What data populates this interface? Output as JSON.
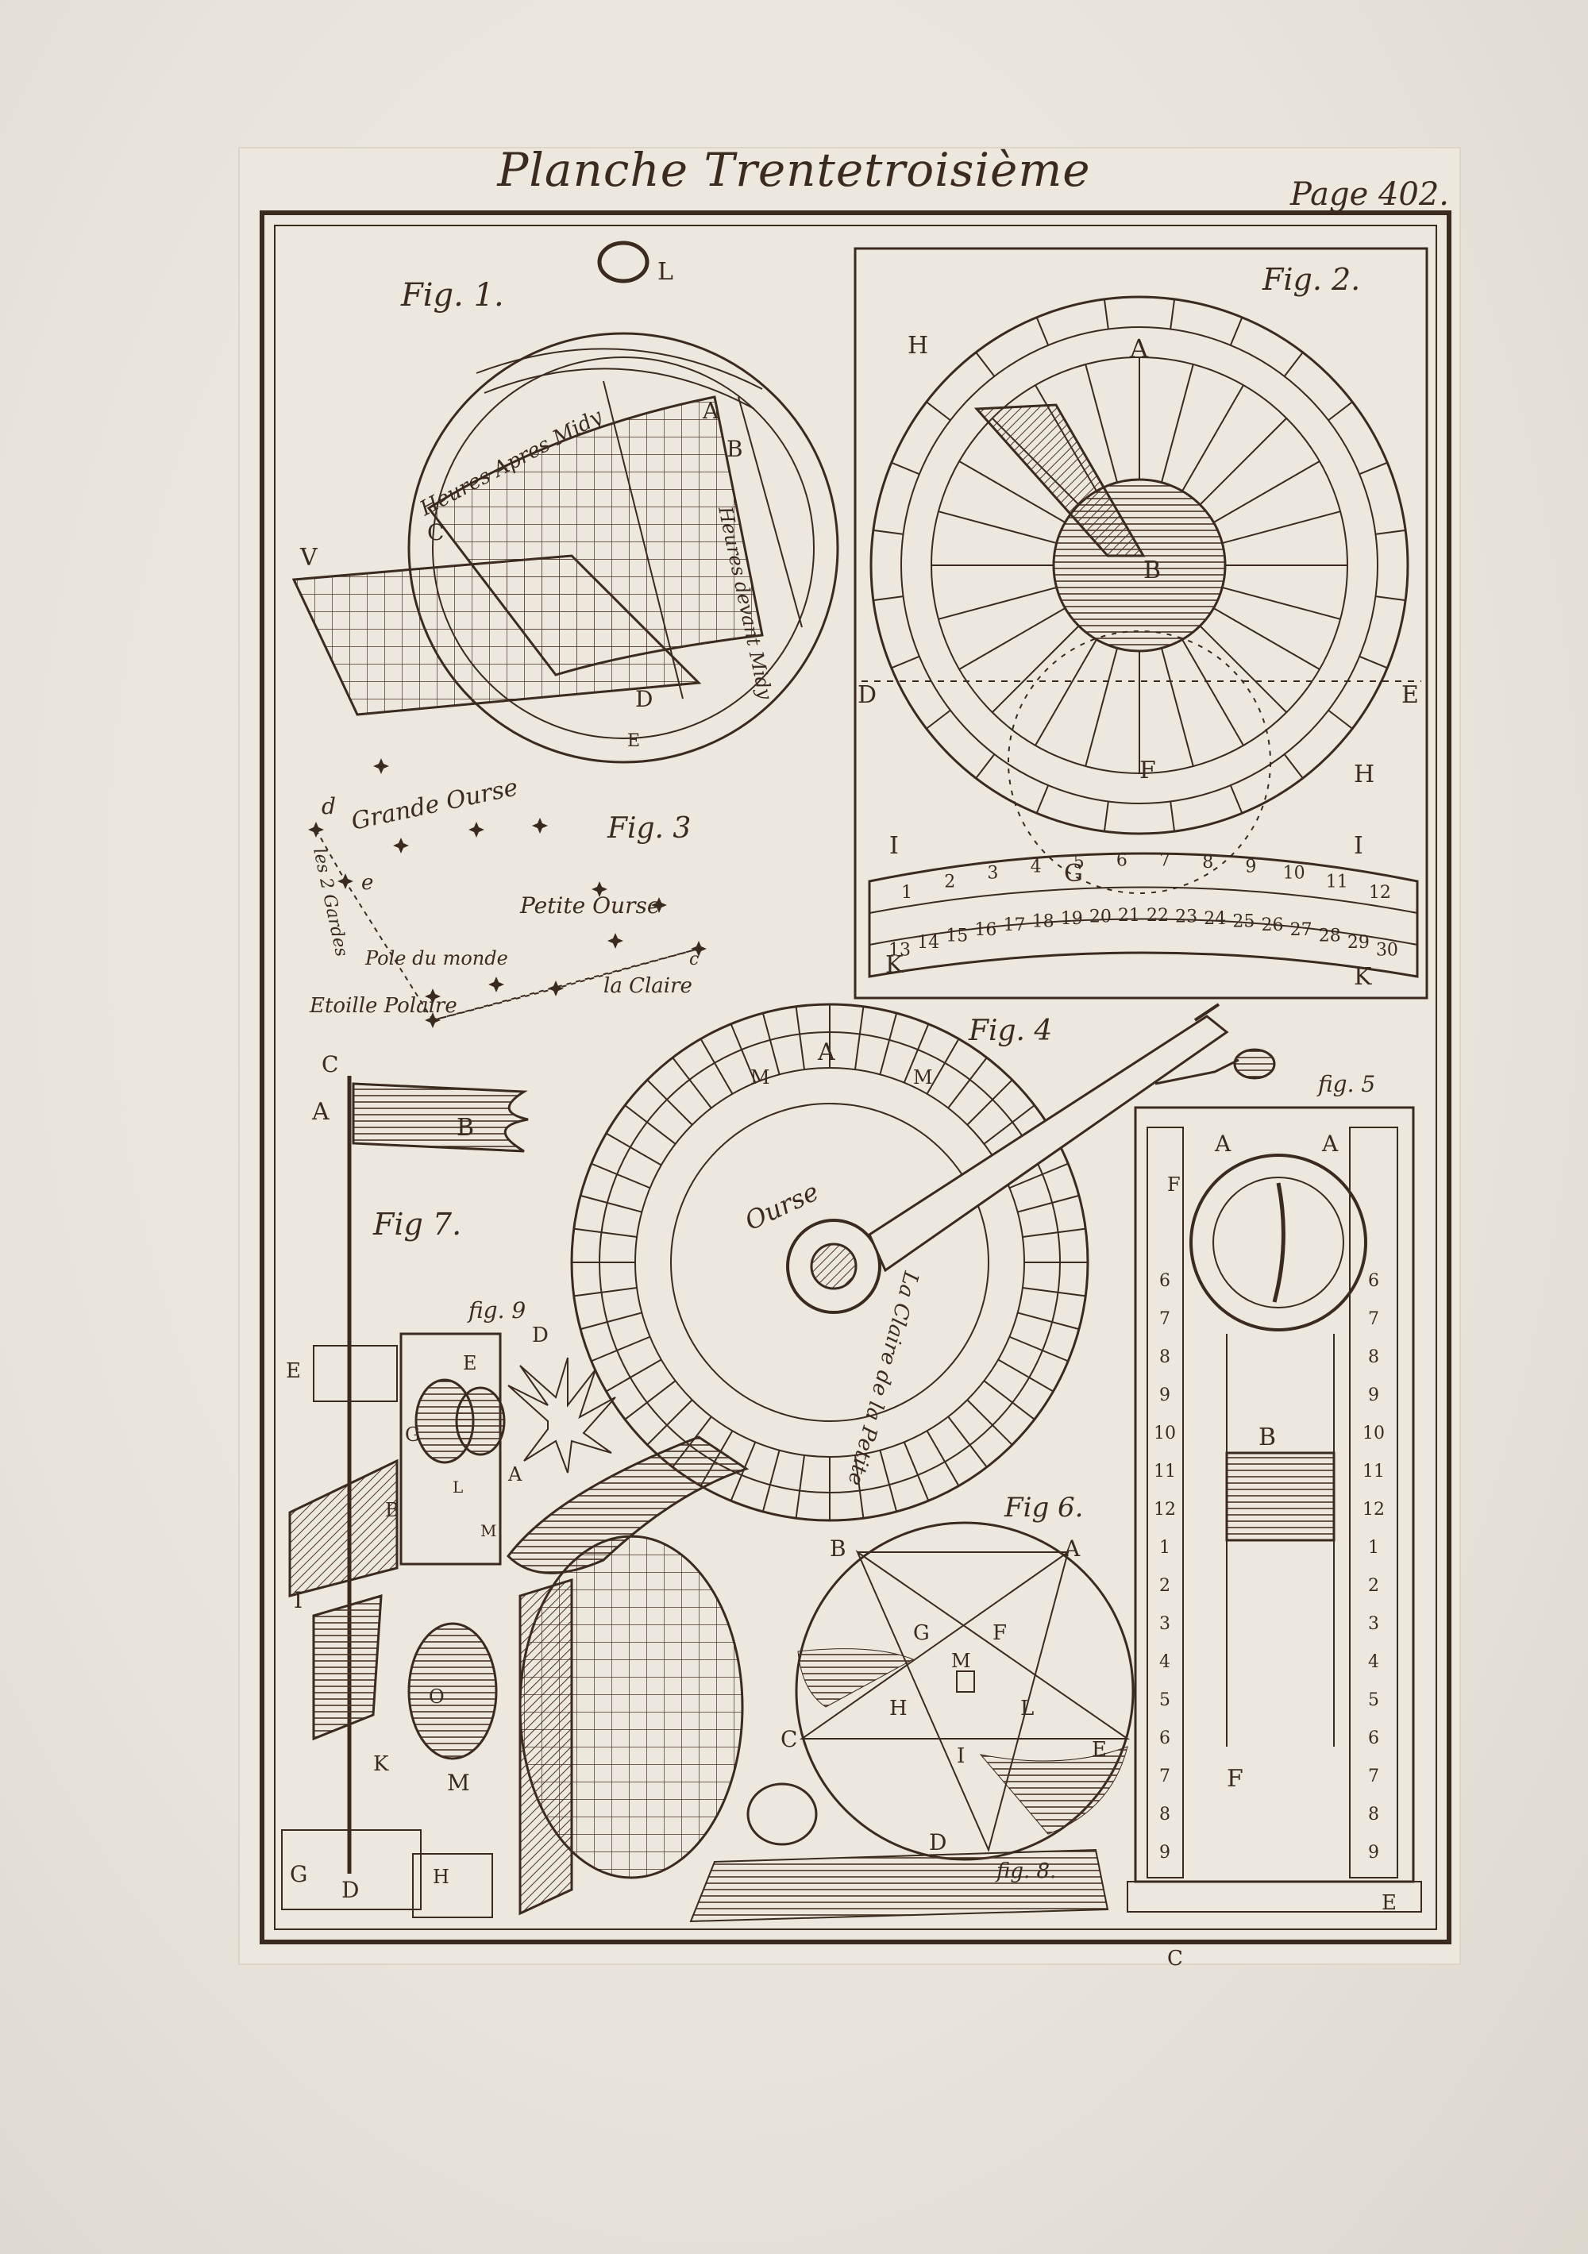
{
  "header": {
    "title": "Planche Trentetroisième",
    "page": "Page 402."
  },
  "figures": {
    "fig1": {
      "caption": "Fig. 1.",
      "labels": [
        "L",
        "A",
        "B",
        "C",
        "V",
        "D",
        "E"
      ],
      "text_left": "Heures Apres Midy",
      "text_right": "Heures devant Midy"
    },
    "fig2": {
      "caption": "Fig. 2.",
      "labels": [
        "A",
        "B",
        "D",
        "E",
        "F",
        "G",
        "H",
        "H",
        "I",
        "I",
        "K",
        "K"
      ],
      "scale_row1": [
        "1",
        "2",
        "3",
        "4",
        "5",
        "6",
        "7",
        "8",
        "9",
        "10",
        "11",
        "12"
      ],
      "scale_row2": [
        "13",
        "14",
        "15",
        "16",
        "17",
        "18",
        "19",
        "20",
        "21",
        "22",
        "23",
        "24",
        "25",
        "26",
        "27",
        "28",
        "29",
        "30"
      ]
    },
    "fig3": {
      "caption": "Fig. 3",
      "grande_ourse": "Grande Ourse",
      "petite_ourse": "Petite Ourse",
      "gardes": "les 2 Gardes",
      "pole": "Pole du monde",
      "etoile": "Etoille Polaire",
      "claire": "la Claire",
      "letters": [
        "d",
        "e",
        "c"
      ]
    },
    "fig4": {
      "caption": "Fig. 4",
      "center_text_1": "Ourse",
      "center_text_2": "La Claire de la Petite",
      "labels": [
        "A",
        "M",
        "M"
      ]
    },
    "fig5": {
      "caption": "fig. 5",
      "labels": [
        "A",
        "A",
        "F",
        "B",
        "F",
        "E",
        "C"
      ],
      "scale": [
        "6",
        "7",
        "8",
        "9",
        "10",
        "11",
        "12",
        "1",
        "2",
        "3",
        "4",
        "5",
        "6",
        "7",
        "8",
        "9"
      ]
    },
    "fig6": {
      "caption": "Fig 6.",
      "labels": [
        "A",
        "B",
        "C",
        "D",
        "E",
        "F",
        "G",
        "H",
        "I",
        "L",
        "M"
      ]
    },
    "fig7": {
      "caption": "Fig 7.",
      "labels": [
        "C",
        "A",
        "B",
        "E",
        "B",
        "I",
        "K",
        "M",
        "O",
        "G",
        "D",
        "H"
      ]
    },
    "fig8": {
      "caption": "fig. 8."
    },
    "fig9": {
      "caption": "fig. 9",
      "labels": [
        "D",
        "E",
        "G",
        "A",
        "L",
        "M"
      ]
    }
  },
  "colors": {
    "ink": "#3b2a1e",
    "paper": "#ece8de"
  }
}
